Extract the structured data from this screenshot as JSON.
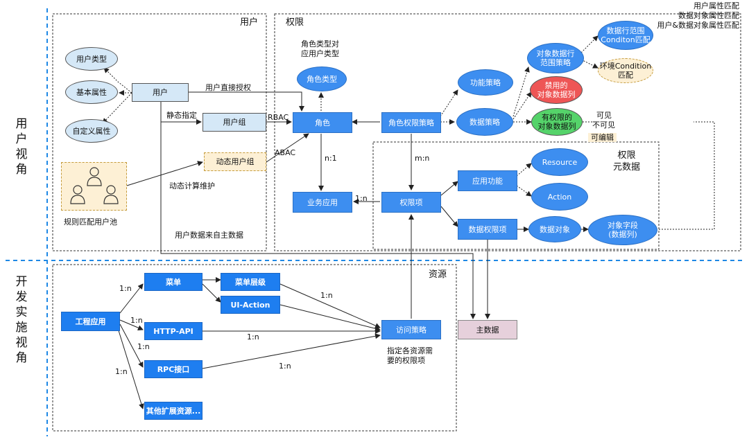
{
  "sections": {
    "user_view": "用户视角",
    "dev_view": "开发实施视角",
    "user_box": "用户",
    "perm_box": "权限",
    "resource_box": "资源",
    "perm_meta": "权限\n元数据"
  },
  "nodes": {
    "user_type": "用户类型",
    "basic_attr": "基本属性",
    "custom_attr": "自定义属性",
    "user": "用户",
    "user_group": "用户组",
    "dynamic_group": "动态用户组",
    "rule_pool": "规则匹配用户池",
    "role_type": "角色类型",
    "role": "角色",
    "biz_app": "业务应用",
    "role_policy": "角色权限策略",
    "func_policy": "功能策略",
    "data_policy": "数据策略",
    "obj_row_policy": "对象数据行\n范围策略",
    "row_scope": "数据行范围\nConditon匹配",
    "env_cond": "环境Condition\n匹配",
    "disabled_col": "禁用的\n对象数据列",
    "limited_col": "有权限的\n对象数据列",
    "perm_item": "权限项",
    "app_func": "应用功能",
    "data_perm_item": "数据权限项",
    "resource": "Resource",
    "action": "Action",
    "data_object": "数据对象",
    "object_field": "对象字段\n(数据列)",
    "eng_app": "工程应用",
    "menu": "菜单",
    "menu_level": "菜单层级",
    "ui_action": "UI-Action",
    "http_api": "HTTP-API",
    "rpc": "RPC接口",
    "other_res": "其他扩展资源...",
    "access_policy": "访问策略",
    "master_data": "主数据"
  },
  "labels": {
    "role_type_note": "角色类型对\n应用户类型",
    "direct_grant": "用户直接授权",
    "static_assign": "静态指定",
    "rbac": "RBAC",
    "abac": "ABAC",
    "dynamic_calc": "动态计算维护",
    "user_data_src": "用户数据来自主数据",
    "n1": "n:1",
    "mn": "m:n",
    "one_n_biz": "1:n",
    "match_notes": "用户属性匹配\n数据对象属性匹配\n用户&数据对象属性匹配",
    "visible": "可见",
    "invisible": "不可见",
    "editable": "可编辑",
    "access_note": "指定各资源需\n要的权限项",
    "r_menu": "1:n",
    "r_http": "1:n",
    "r_rpc": "1:n",
    "r_other": "1:n",
    "r_menu_ap": "1:n",
    "r_http_ap": "1:n",
    "r_rpc_ap": "1:n"
  },
  "colors": {
    "accent_blue": "#3d8ef0",
    "light_blue": "#d5e8f7",
    "pale_yellow": "#fdf0d5",
    "red": "#ee5555",
    "green": "#55d36a",
    "pink": "#e6d0db",
    "divider": "#1e88e5"
  }
}
